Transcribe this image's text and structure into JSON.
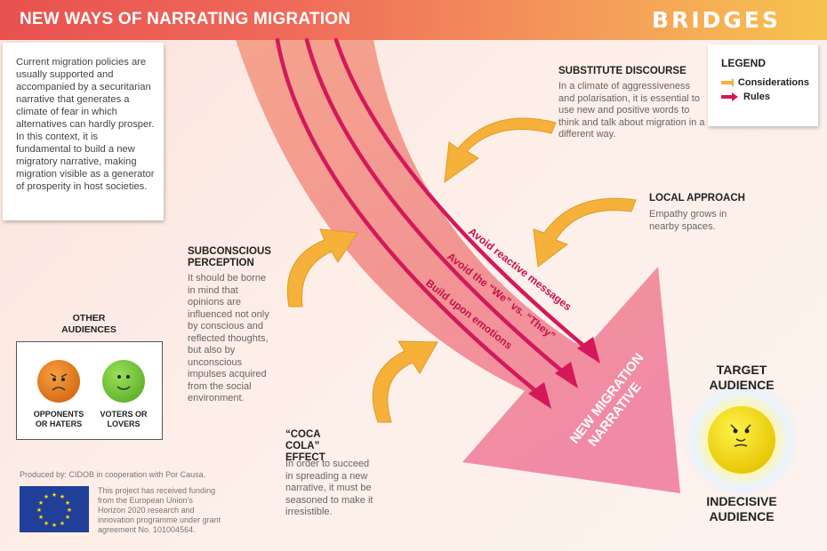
{
  "header": {
    "title": "NEW WAYS OF NARRATING MIGRATION",
    "logo": "BRIDGES"
  },
  "intro": {
    "text": "Current migration policies are usually supported and accompanied by a securitarian narrative that generates a climate of fear in which alternatives can hardly prosper. In this context, it is fundamental to build a new migratory narrative, making migration visible as a generator of prosperity in host societies."
  },
  "legend": {
    "title": "LEGEND",
    "considerations": "Considerations",
    "rules": "Rules"
  },
  "colors": {
    "considerations": "#f5b13a",
    "rules": "#d4185a",
    "main_arrow": "#f08a8f"
  },
  "considerations": [
    {
      "title": "SUBSTITUTE DISCOURSE",
      "text": "In a climate of aggressiveness and polarisation, it is essential to use new and positive words to think and talk about migration in a different way."
    },
    {
      "title": "LOCAL APPROACH",
      "text": "Empathy grows in nearby spaces."
    },
    {
      "title": "SUBCONSCIOUS PERCEPTION",
      "text": "It should be borne in mind that opinions are influenced not only by conscious and reflected thoughts, but also by unconscious impulses acquired from the social environment."
    },
    {
      "title": "“COCA COLA” EFFECT",
      "text": "In order to succeed in spreading a new narrative, it must be seasoned to make it irresistible."
    }
  ],
  "rules": [
    "Avoid reactive messages",
    "Avoid the “We” vs. “They”",
    "Build upon emotions"
  ],
  "narrative_label": [
    "NEW MIGRATION",
    "NARRATIVE"
  ],
  "other_audiences": {
    "title": "OTHER AUDIENCES",
    "opponents": "OPPONENTS OR HATERS",
    "voters": "VOTERS OR LOVERS"
  },
  "target": {
    "title": "TARGET AUDIENCE",
    "subtitle": "INDECISIVE AUDIENCE"
  },
  "credits": {
    "produced_by": "Produced by: CIDOB in cooperation with Por Causa.",
    "funding": "This project has received funding from the European Union’s Horizon 2020 research and innovation programme under grant agreement No. 101004564."
  }
}
